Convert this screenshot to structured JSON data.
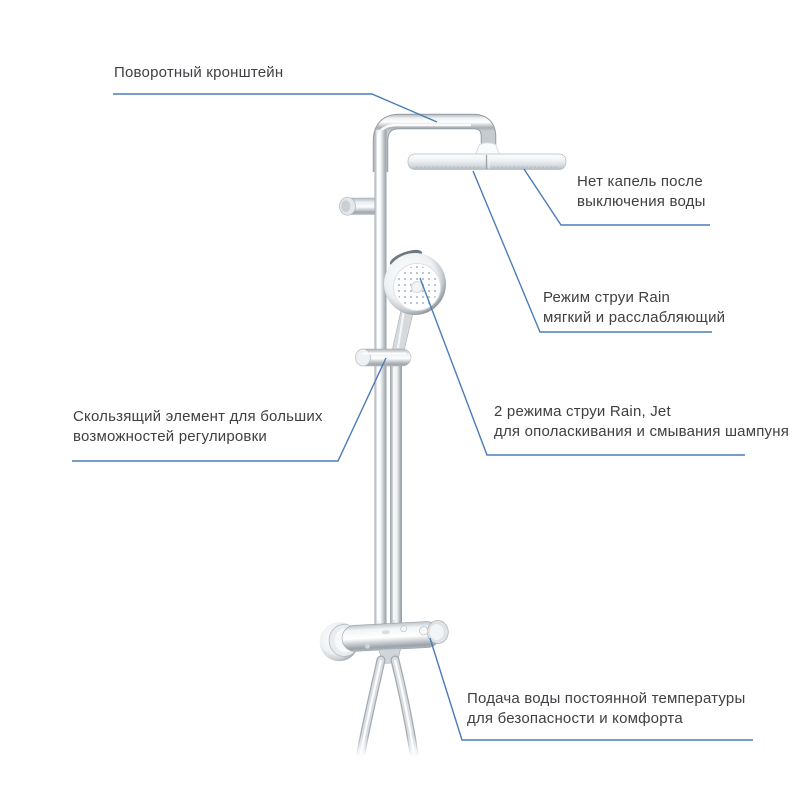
{
  "title": "Annotated shower system diagram",
  "colors": {
    "background": "#ffffff",
    "text": "#3e4043",
    "leader_line": "#4a7db8",
    "chrome_light": "#eef1f3",
    "chrome_dark": "#8f969c"
  },
  "annotations": [
    {
      "name": "swivel-bracket",
      "lines": [
        "Поворотный кронштейн"
      ]
    },
    {
      "name": "no-drip",
      "lines": [
        "Нет капель после",
        "выключения воды"
      ]
    },
    {
      "name": "rain-spray-mode",
      "lines": [
        "Режим струи Rain",
        "мягкий и расслабляющий"
      ]
    },
    {
      "name": "sliding-element",
      "lines": [
        "Скользящий элемент для больших",
        "возможностей регулировки"
      ]
    },
    {
      "name": "two-spray-modes",
      "lines": [
        "2 режима струи Rain, Jet",
        "для ополаскивания и смывания шампуня"
      ]
    },
    {
      "name": "thermostat",
      "lines": [
        "Подача воды постоянной температуры",
        "для безопасности и комфорта"
      ]
    }
  ]
}
